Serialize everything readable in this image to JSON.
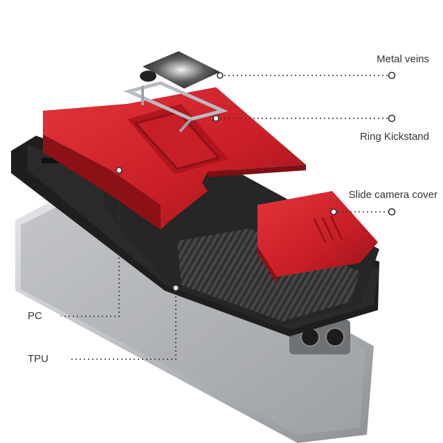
{
  "callouts": {
    "metal_veins": "Metal veins",
    "ring_kickstand": "Ring Kickstand",
    "slide_camera_cover": "Slide camera cover",
    "pc": "PC",
    "tpu": "TPU"
  },
  "colors": {
    "background": "#ffffff",
    "case_red": "#d1202a",
    "case_red_dark": "#9a141c",
    "tpu_black": "#1c1c1c",
    "phone_silver": "#c9cbcd",
    "ring_silver": "#b8bcc2",
    "carbon_fiber": "#3a3a3a",
    "leader_line": "#333333"
  },
  "icons": {
    "leader_dot": "circle-marker"
  }
}
